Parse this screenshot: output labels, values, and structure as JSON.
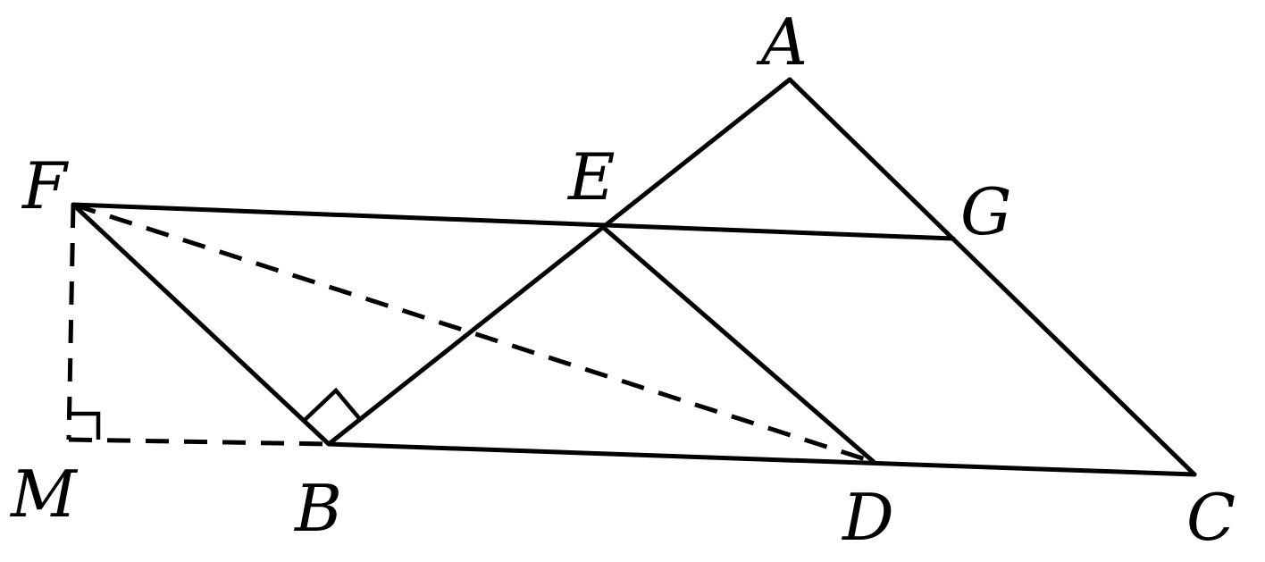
{
  "diagram": {
    "stroke_color": "#000000",
    "background": "#ffffff",
    "labels": {
      "A": "A",
      "B": "B",
      "C": "C",
      "D": "D",
      "E": "E",
      "F": "F",
      "G": "G",
      "M": "M"
    },
    "segments": {
      "solid": [
        "AB",
        "AC",
        "BC",
        "FG",
        "FB",
        "ED"
      ],
      "dashed": [
        "FD",
        "FM",
        "MB"
      ]
    },
    "right_angles": [
      "FBE",
      "FMB"
    ]
  }
}
